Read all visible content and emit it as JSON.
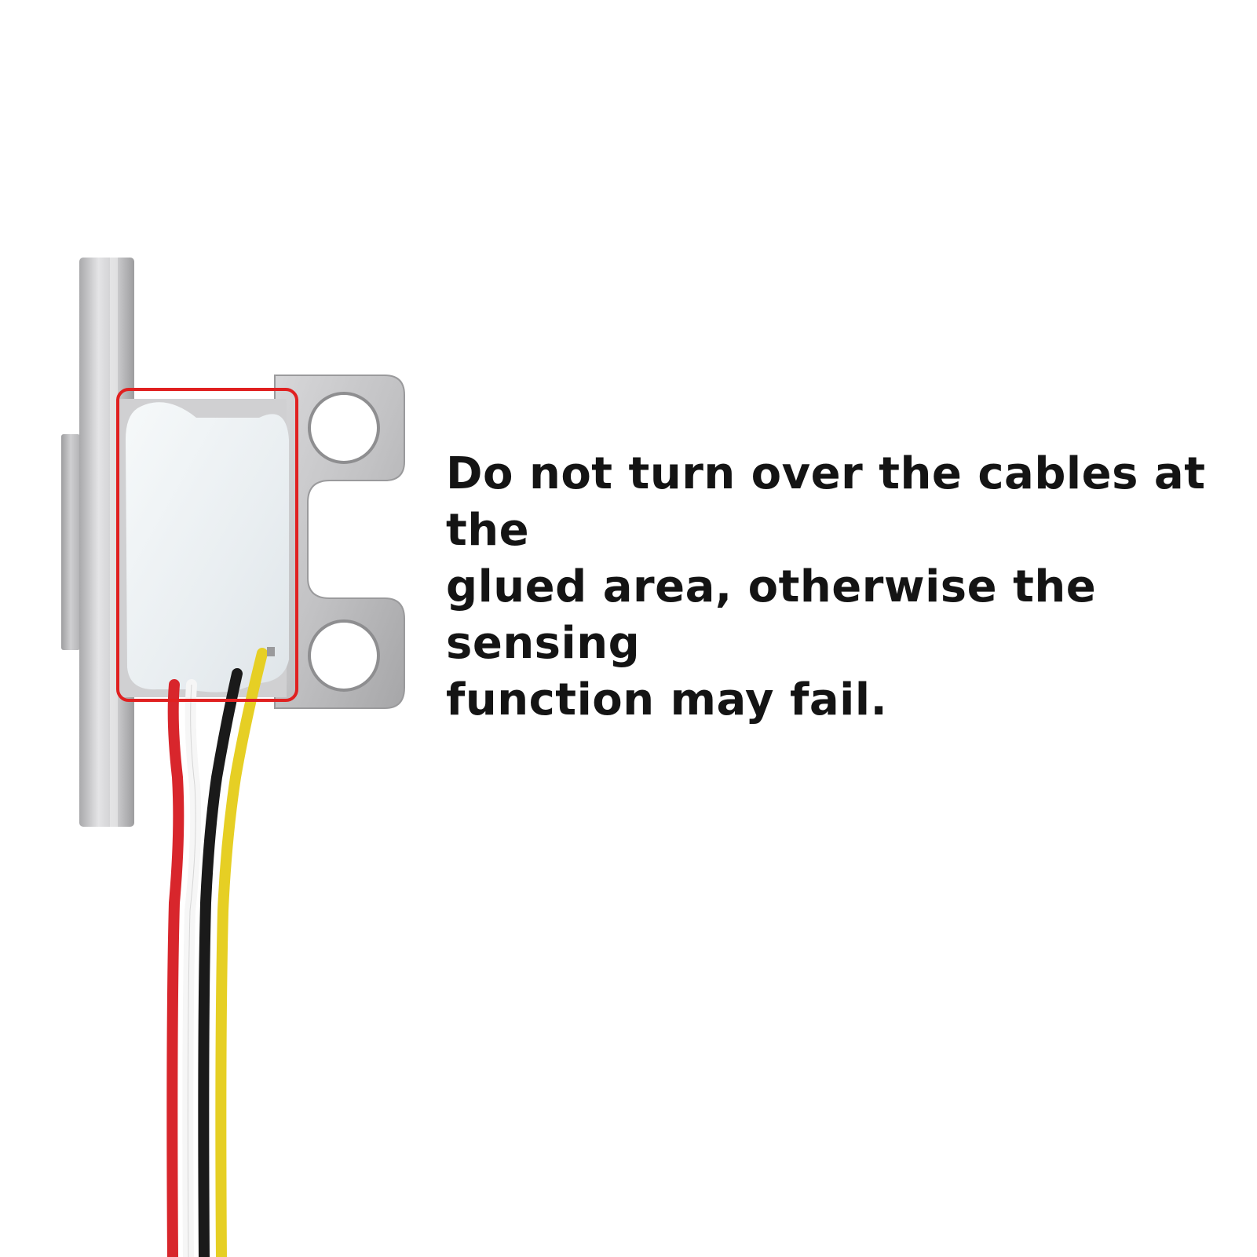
{
  "caption": {
    "line1": "Do not turn over the cables at the",
    "line2": "glued area, otherwise the sensing",
    "line3": "function may fail."
  },
  "colors": {
    "background": "#ffffff",
    "highlight_frame": "#e02020",
    "glue": "#eef2f4",
    "metal": "#c4c4c6",
    "wire_red": "#d8262c",
    "wire_white": "#f6f6f6",
    "wire_black": "#1a1a1a",
    "wire_yellow": "#e6cf24",
    "text": "#141414"
  },
  "icons": {
    "sensor": "load-cell-sensor-photo",
    "highlight": "red-rounded-rectangle-frame"
  }
}
